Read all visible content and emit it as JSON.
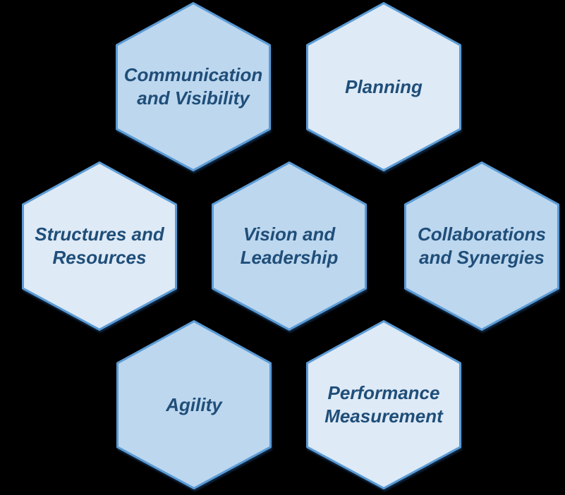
{
  "page": {
    "background_color": "#000000"
  },
  "colors": {
    "hex_border": "#5B9BD5",
    "hex_fill_medium": "#BDD7EE",
    "hex_fill_light": "#DEEAF6",
    "label_text": "#1F4E79"
  },
  "hexes": [
    {
      "id": "communication-and-visibility",
      "label": "Communication and Visibility",
      "fill": "#BDD7EE"
    },
    {
      "id": "planning",
      "label": "Planning",
      "fill": "#DEEAF6"
    },
    {
      "id": "structures-and-resources",
      "label": "Structures and Resources",
      "fill": "#DEEAF6"
    },
    {
      "id": "vision-and-leadership",
      "label": "Vision and Leadership",
      "fill": "#BDD7EE"
    },
    {
      "id": "collaborations-and-synergies",
      "label": "Collaborations and Synergies",
      "fill": "#BDD7EE"
    },
    {
      "id": "agility",
      "label": "Agility",
      "fill": "#BDD7EE"
    },
    {
      "id": "performance-measurement",
      "label": "Performance Measurement",
      "fill": "#DEEAF6"
    }
  ]
}
